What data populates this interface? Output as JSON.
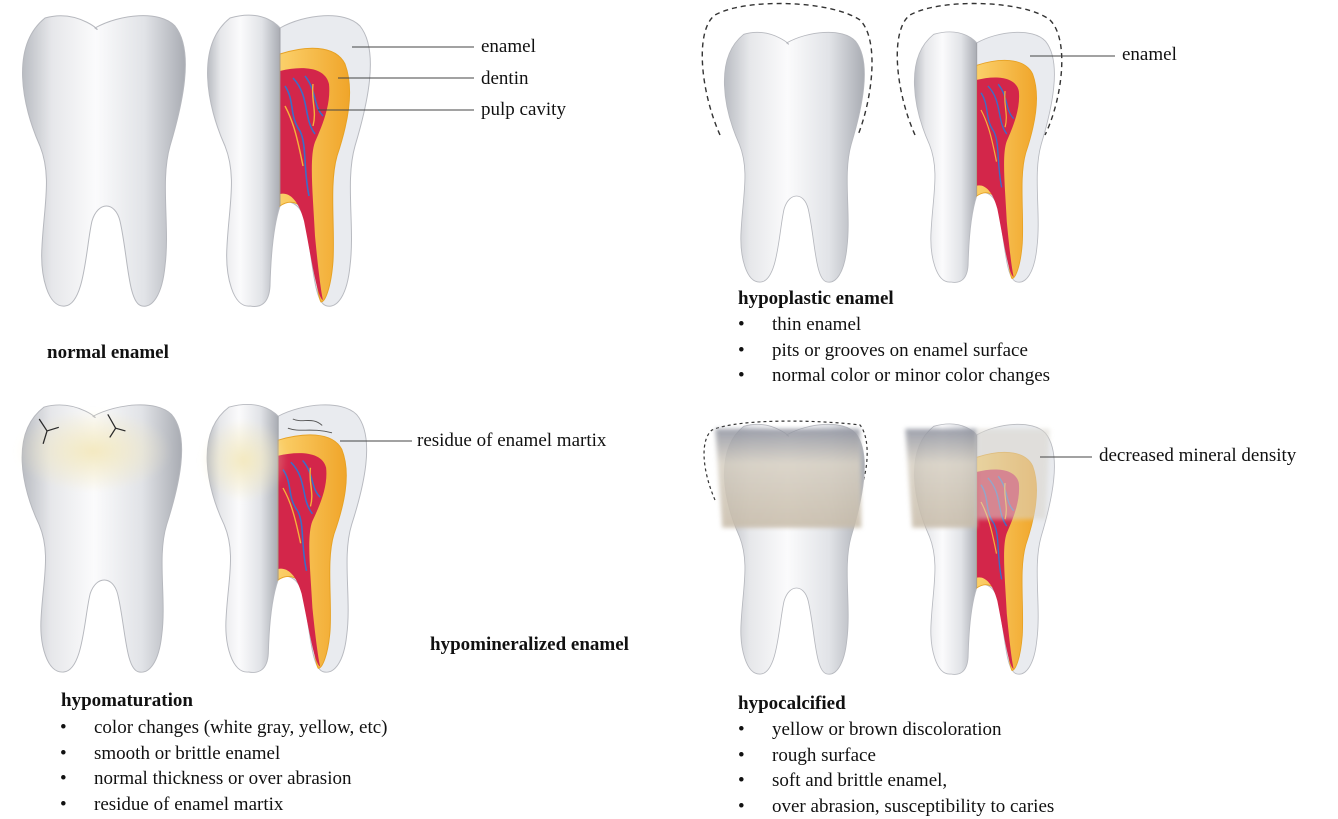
{
  "normal": {
    "title": "normal enamel",
    "labels": {
      "enamel": "enamel",
      "dentin": "dentin",
      "pulp": "pulp cavity"
    }
  },
  "hypoplastic": {
    "title": "hypoplastic enamel",
    "label": "enamel",
    "bullets": [
      "thin enamel",
      "pits or grooves on enamel surface",
      "normal color or minor color changes"
    ]
  },
  "hypomineralized": {
    "title": "hypomineralized enamel",
    "hypomaturation": {
      "title": "hypomaturation",
      "label": "residue of enamel martix",
      "bullets": [
        "color changes (white gray, yellow, etc)",
        "smooth or brittle enamel",
        "normal thickness or over abrasion",
        "residue of enamel martix"
      ]
    },
    "hypocalcified": {
      "title": "hypocalcified",
      "label": "decreased  mineral density",
      "bullets": [
        "yellow or brown discoloration",
        "rough surface",
        "soft and brittle enamel,",
        "over abrasion, susceptibility to caries"
      ]
    }
  },
  "colors": {
    "tooth_light": "#fafafa",
    "tooth_shade": "#c9cbd0",
    "enamel": "#e9ebef",
    "dentin": "#f8c048",
    "dentin_edge": "#e7a224",
    "pulp": "#d3264a",
    "nerve": "#3b6ec8",
    "chalky": "#efe6c2",
    "hypo_fur": "#b9ad9a",
    "crack": "#2a2a2a"
  }
}
